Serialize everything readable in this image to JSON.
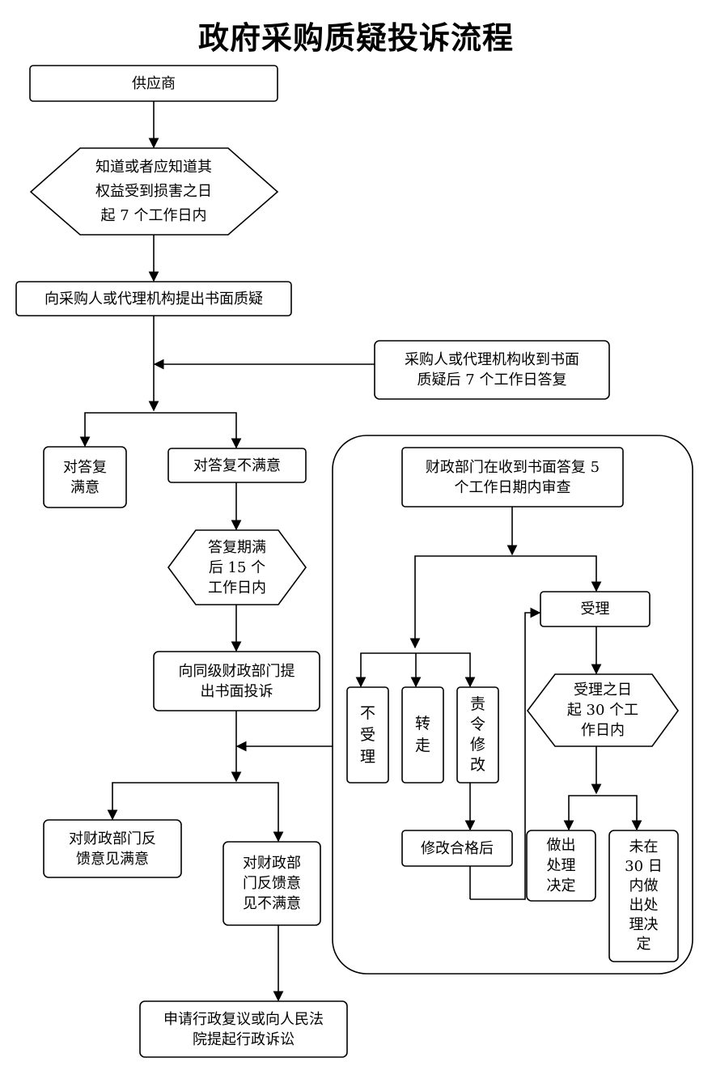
{
  "title": "政府采购质疑投诉流程",
  "nodes": {
    "supplier": "供应商",
    "time_limit_7": "知道或者应知道其\n权益受到损害之日\n起 7 个工作日内",
    "written_query": "向采购人或代理机构提出书面质疑",
    "purchaser_reply": "采购人或代理机构收到书面\n质疑后 7 个工作日答复",
    "satisfied": "对答复\n满意",
    "unsatisfied": "对答复不满意",
    "time_limit_15": "答复期满\n后 15 个\n工作日内",
    "complain": "向同级财政部门提\n出书面投诉",
    "finance_review": "财政部门在收到书面答复 5\n个工作日期内审查",
    "accept": "受理",
    "not_accept": "不\n受\n理",
    "transfer": "转\n走",
    "order_correct": "责\n令\n修\n改",
    "corrected": "修改合格后",
    "time_limit_30": "受理之日\n起 30 个工\n作日内",
    "make_decision": "做出\n处理\n决定",
    "no_decision": "未在\n30 日\n内做\n出处\n理决\n定",
    "finance_satisfied": "对财政部门反\n馈意见满意",
    "finance_unsatisfied": "对财政部\n门反馈意\n见不满意",
    "litigation": "申请行政复议或向人民法\n院提起行政诉讼"
  }
}
